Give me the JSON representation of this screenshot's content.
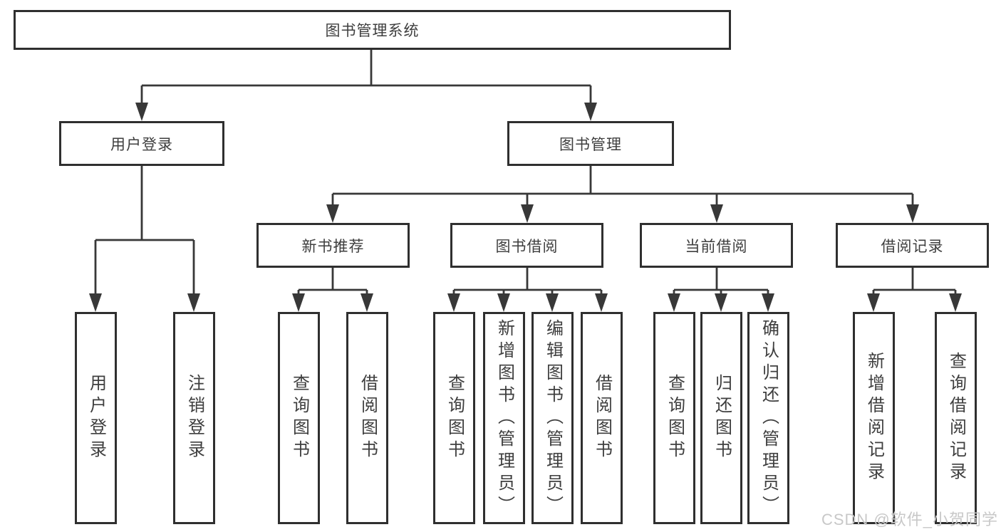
{
  "nodes": {
    "root": "图书管理系统",
    "user_login": "用户登录",
    "book_management": "图书管理",
    "level3": [
      "新书推荐",
      "图书借阅",
      "当前借阅",
      "借阅记录"
    ]
  },
  "leaves": {
    "user_login": [
      "用户登录",
      "注销登录"
    ],
    "new_book_recommend": [
      "查询图书",
      "借阅图书"
    ],
    "book_borrowing": [
      "查询图书",
      "新增图书（管理员）",
      "编辑图书（管理员）",
      "借阅图书"
    ],
    "current_borrowing": [
      "查询图书",
      "归还图书",
      "确认归还（管理员）"
    ],
    "borrowing_records": [
      "新增借阅记录",
      "查询借阅记录"
    ]
  },
  "watermark": "CSDN @软件_小贺同学",
  "colors": {
    "line": "#383838",
    "box_border": "#2f2f2f",
    "text": "#3e3e3e",
    "watermark": "#c8c8c8",
    "background": "#ffffff"
  }
}
